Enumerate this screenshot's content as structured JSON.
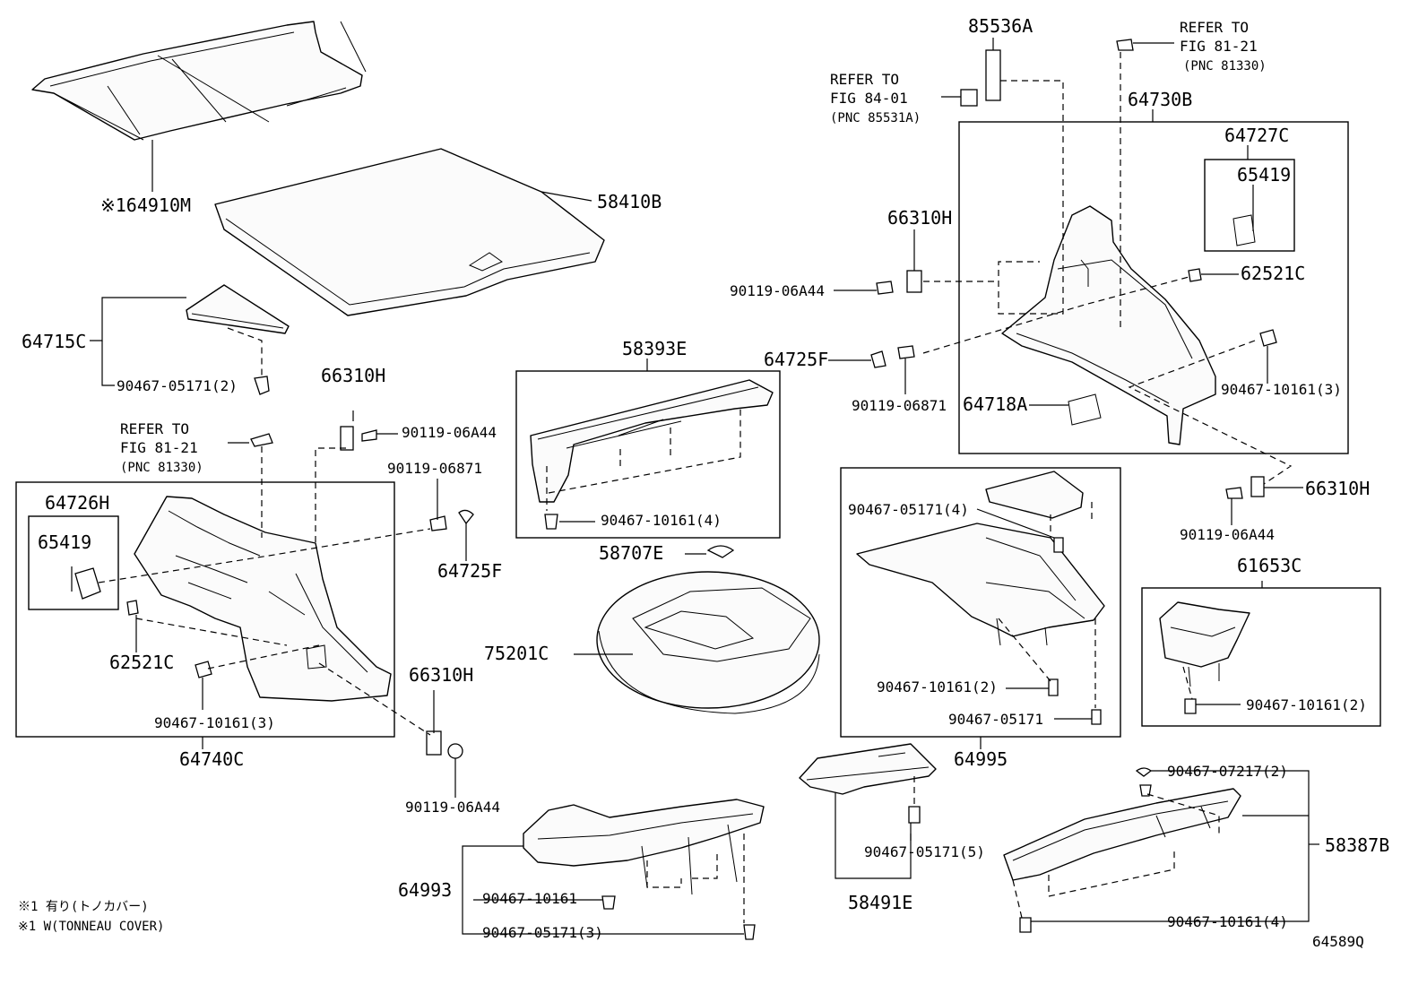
{
  "diagram_code": "64589Q",
  "notes": [
    "※1 有り(トノカバー)",
    "※1 W(TONNEAU COVER)"
  ],
  "references": {
    "ref_81_21_top": {
      "line1": "REFER TO",
      "line2": "FIG 81-21",
      "pnc": "(PNC 81330)"
    },
    "ref_84_01": {
      "line1": "REFER TO",
      "line2": "FIG 84-01",
      "pnc": "(PNC 85531A)"
    },
    "ref_81_21_left": {
      "line1": "REFER TO",
      "line2": "FIG 81-21",
      "pnc": "(PNC 81330)"
    }
  },
  "parts": {
    "p64910M": "※164910M",
    "p58410B": "58410B",
    "p64715C": "64715C",
    "p90467_05171_2_a": "90467-05171(2)",
    "p66310H_left": "66310H",
    "p90119_06A44_left": "90119-06A44",
    "p90119_06871_left": "90119-06871",
    "p64726H": "64726H",
    "p65419_left": "65419",
    "p62521C_left": "62521C",
    "p90467_10161_3_left": "90467-10161(3)",
    "p64740C": "64740C",
    "p64725F_left": "64725F",
    "p66310H_bottom": "66310H",
    "p90119_06A44_bottom": "90119-06A44",
    "p58393E": "58393E",
    "p90467_10161_4_mid": "90467-10161(4)",
    "p58707E": "58707E",
    "p75201C": "75201C",
    "p64993": "64993",
    "p90467_10161_bottom": "90467-10161",
    "p90467_05171_3": "90467-05171(3)",
    "p85536A": "85536A",
    "p64730B": "64730B",
    "p64727C": "64727C",
    "p65419_right": "65419",
    "p62521C_right": "62521C",
    "p66310H_right": "66310H",
    "p90119_06A44_right": "90119-06A44",
    "p64725F_right": "64725F",
    "p90119_06871_right": "90119-06871",
    "p64718A": "64718A",
    "p90467_10161_3_right": "90467-10161(3)",
    "p66310H_far": "66310H",
    "p90119_06A44_far": "90119-06A44",
    "p90467_05171_4": "90467-05171(4)",
    "p90467_10161_2_mid": "90467-10161(2)",
    "p90467_05171_mid": "90467-05171",
    "p64995": "64995",
    "p61653C": "61653C",
    "p90467_10161_2_right": "90467-10161(2)",
    "p58491E": "58491E",
    "p90467_05171_5": "90467-05171(5)",
    "p90467_07217_2": "90467-07217(2)",
    "p58387B": "58387B",
    "p90467_10161_4_right": "90467-10161(4)"
  }
}
